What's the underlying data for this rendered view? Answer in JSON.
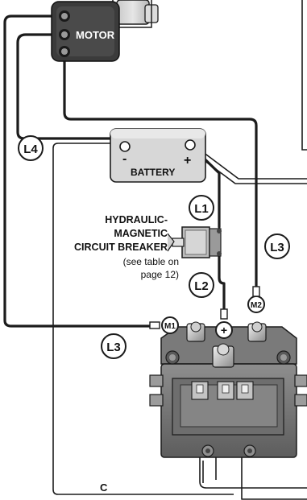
{
  "motor": {
    "label": "MOTOR"
  },
  "battery": {
    "label": "BATTERY",
    "negative": "-",
    "positive": "+"
  },
  "breaker": {
    "title_lines": [
      "HYDRAULIC-",
      "MAGNETIC",
      "CIRCUIT BREAKER"
    ],
    "note_lines": [
      "(see table on",
      "page 12)"
    ]
  },
  "cable_tags": {
    "l1": "L1",
    "l2": "L2",
    "l3_right": "L3",
    "l3_left": "L3",
    "l4": "L4"
  },
  "terminals": {
    "m1": "M1",
    "m2": "M2",
    "plus": "+"
  },
  "ground_label": "C"
}
